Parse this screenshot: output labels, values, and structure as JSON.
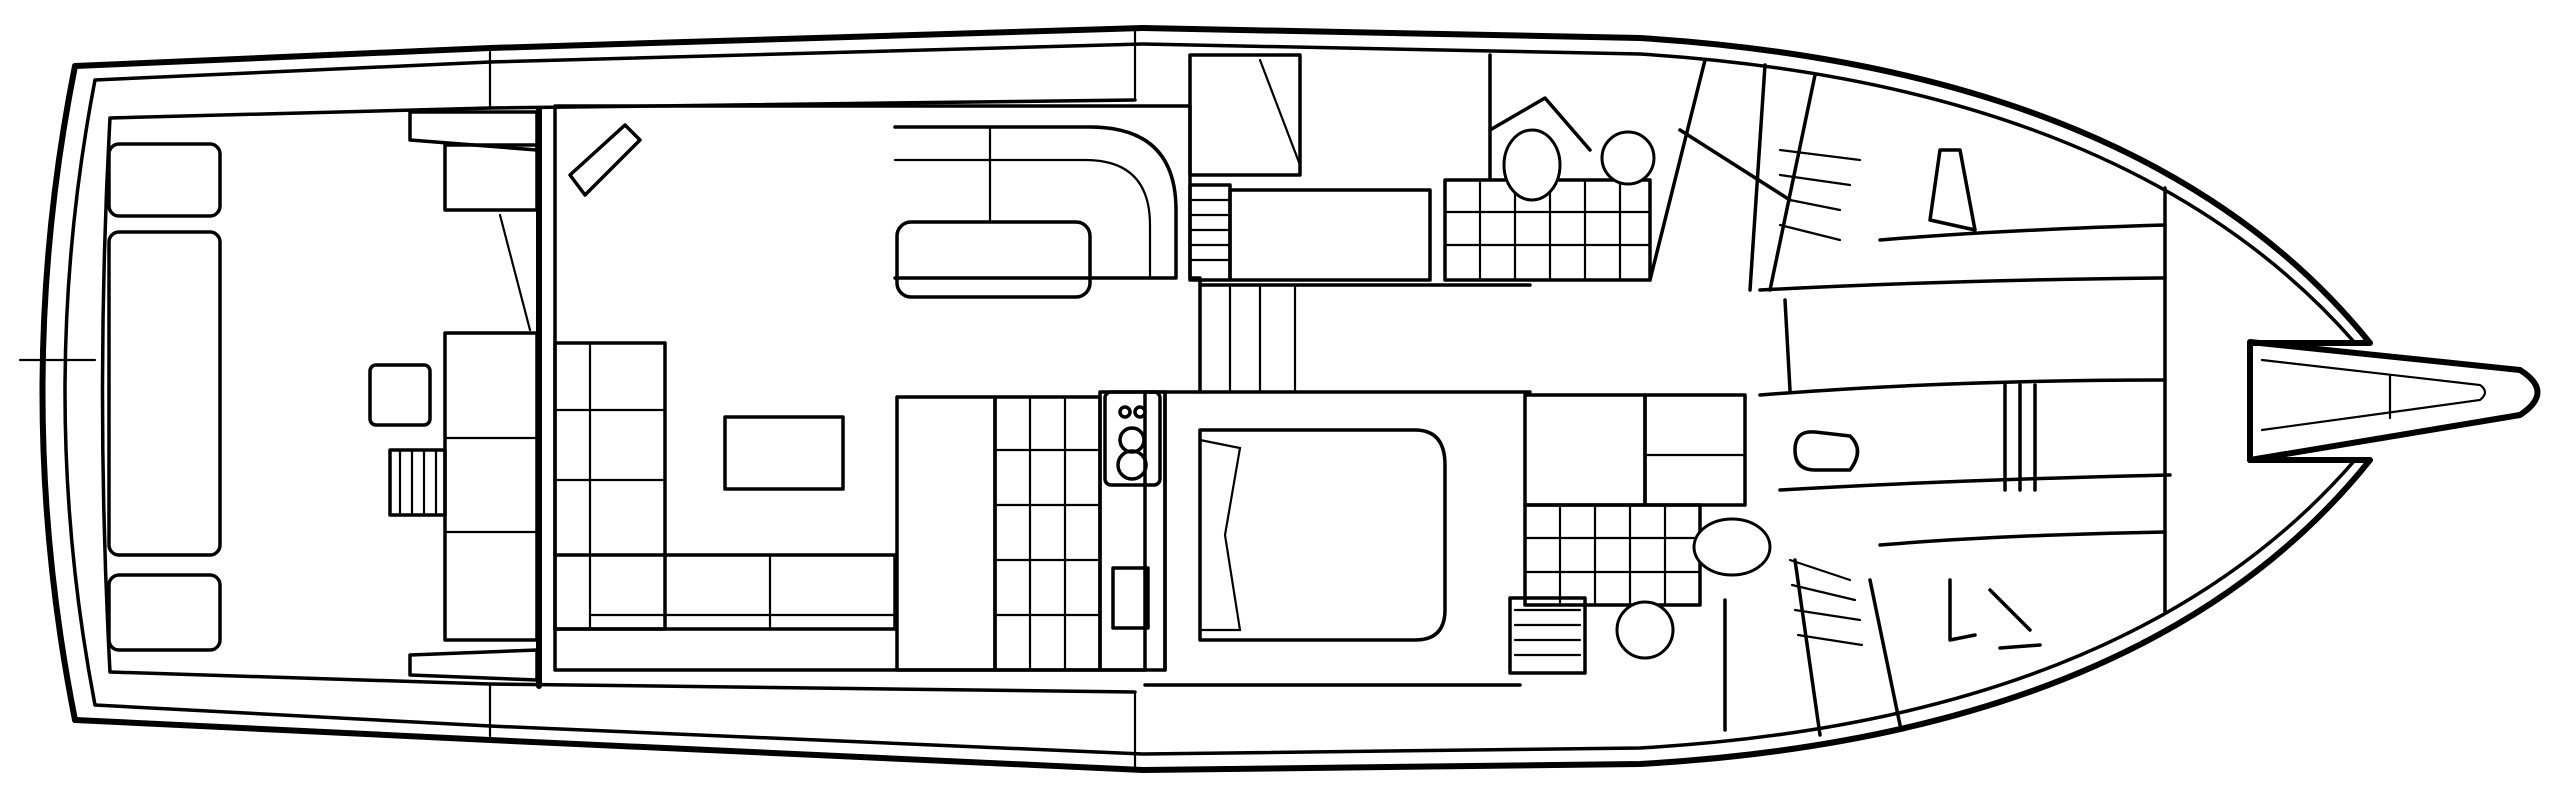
{
  "diagram": {
    "kind": "boat-floor-plan",
    "colors": {
      "line": "#000000",
      "background": "#ffffff"
    },
    "areas": [
      "aft-cockpit",
      "salon",
      "galley",
      "forward-stateroom",
      "port-head",
      "starboard-head",
      "guest-stateroom",
      "v-berth",
      "bow-pulpit"
    ]
  }
}
